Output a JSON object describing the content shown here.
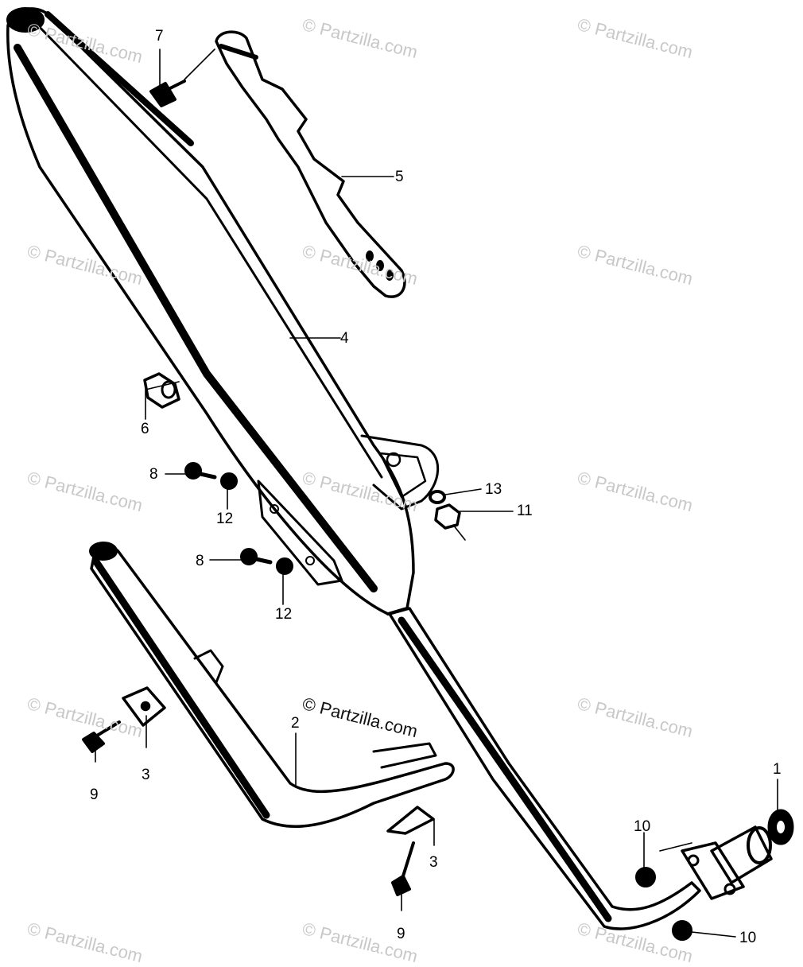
{
  "watermark": "© Partzilla.com",
  "callouts": [
    {
      "id": "c1",
      "label": "1"
    },
    {
      "id": "c2",
      "label": "2"
    },
    {
      "id": "c3a",
      "label": "3"
    },
    {
      "id": "c3b",
      "label": "3"
    },
    {
      "id": "c4",
      "label": "4"
    },
    {
      "id": "c5",
      "label": "5"
    },
    {
      "id": "c6",
      "label": "6"
    },
    {
      "id": "c7",
      "label": "7"
    },
    {
      "id": "c8a",
      "label": "8"
    },
    {
      "id": "c8b",
      "label": "8"
    },
    {
      "id": "c9a",
      "label": "9"
    },
    {
      "id": "c9b",
      "label": "9"
    },
    {
      "id": "c10a",
      "label": "10"
    },
    {
      "id": "c10b",
      "label": "10"
    },
    {
      "id": "c11",
      "label": "11"
    },
    {
      "id": "c12a",
      "label": "12"
    },
    {
      "id": "c12b",
      "label": "12"
    },
    {
      "id": "c13",
      "label": "13"
    }
  ]
}
